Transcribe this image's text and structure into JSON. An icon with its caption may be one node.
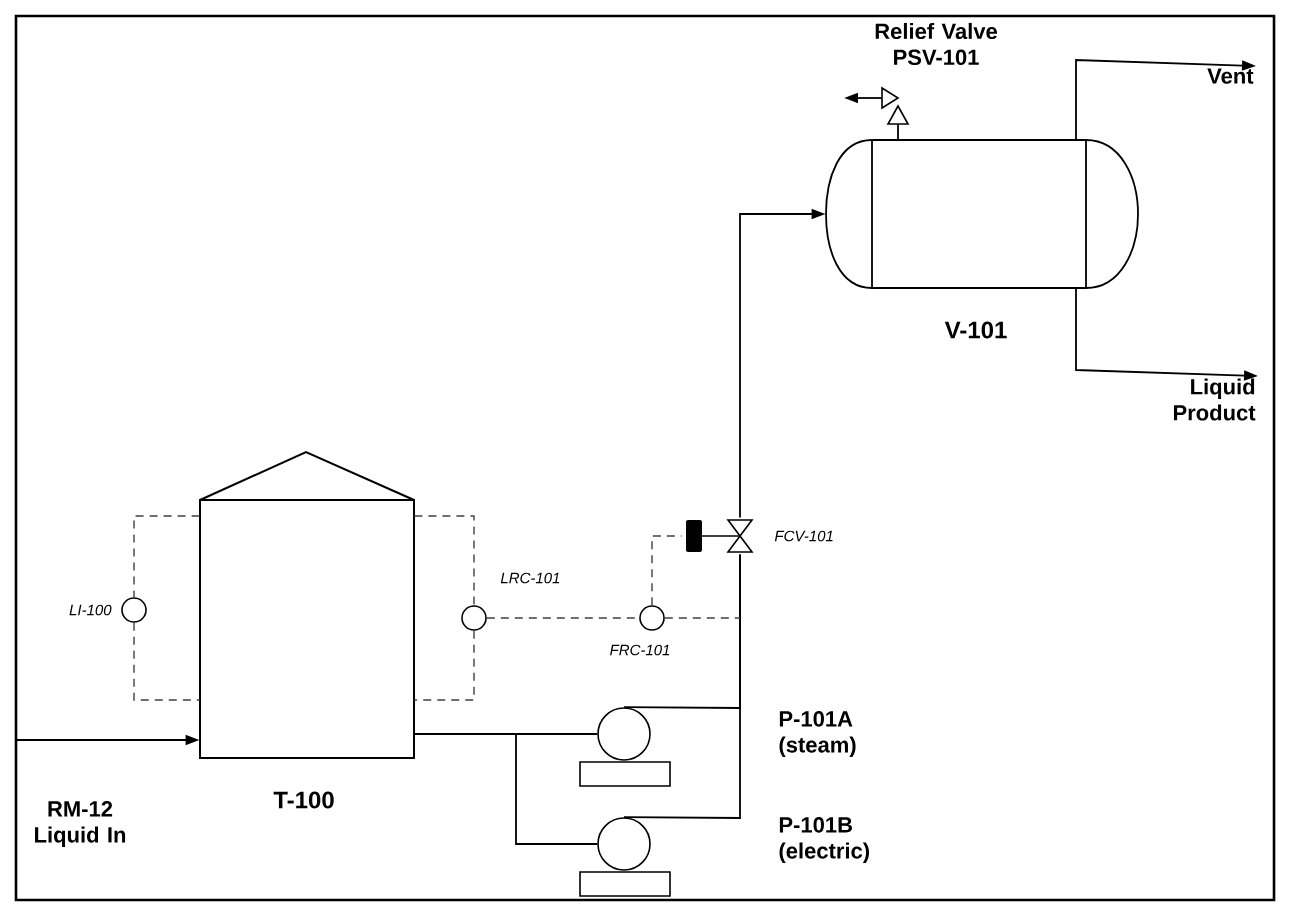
{
  "diagram": {
    "nodes": [
      {
        "text": [
          "T-100"
        ]
      },
      {
        "text": [
          "V-101"
        ]
      },
      {
        "text": [],
        "shape": "circle"
      },
      {
        "text": [],
        "shape": "circle"
      },
      {
        "text": [],
        "shape": "circle",
        "beside": [
          "LI-100"
        ]
      },
      {
        "text": [],
        "shape": "circle",
        "beside": [
          "LRC-101"
        ]
      },
      {
        "text": [],
        "shape": "circle",
        "beside": [
          "FRC-101"
        ]
      },
      {
        "text": [],
        "shape": "valve",
        "beside": [
          "FCV-101"
        ]
      },
      {
        "text": [],
        "shape": "valve",
        "beside": [
          "Relief Valve PSV-101"
        ]
      },
      {
        "text": [
          "Vent"
        ]
      },
      {
        "text": [
          "Liquid Product"
        ]
      }
    ],
    "edges": [
      {
        "from": null,
        "to": 0,
        "arrow": "to"
      },
      {
        "from": 0,
        "to": 2,
        "arrow": "none"
      },
      {
        "from": 0,
        "to": 3,
        "arrow": "none"
      },
      {
        "from": 2,
        "to": 7,
        "arrow": "none"
      },
      {
        "from": 3,
        "to": 7,
        "arrow": "none"
      },
      {
        "from": 7,
        "to": 1,
        "arrow": "to"
      },
      {
        "from": 1,
        "to": 9,
        "arrow": "to"
      },
      {
        "from": 1,
        "to": 10,
        "arrow": "to"
      },
      {
        "from": 1,
        "to": 8,
        "arrow": "none"
      },
      {
        "from": 8,
        "to": null,
        "arrow": "to"
      },
      {
        "from": 0,
        "to": 4,
        "arrow": "none",
        "style": "dashed"
      },
      {
        "from": 4,
        "to": 0,
        "arrow": "none",
        "style": "dashed"
      },
      {
        "from": 0,
        "to": 5,
        "arrow": "none",
        "style": "dashed"
      },
      {
        "from": 5,
        "to": 0,
        "arrow": "none",
        "style": "dashed"
      },
      {
        "from": 5,
        "to": 6,
        "arrow": "none",
        "style": "dashed"
      },
      {
        "from": 6,
        "to": null,
        "arrow": "none",
        "style": "dashed"
      },
      {
        "from": 6,
        "to": 7,
        "arrow": "none",
        "style": "dashed"
      }
    ],
    "labels": [
      "P-101A (steam)",
      "RM-12 Liquid In",
      "P-101B (electric)"
    ]
  }
}
